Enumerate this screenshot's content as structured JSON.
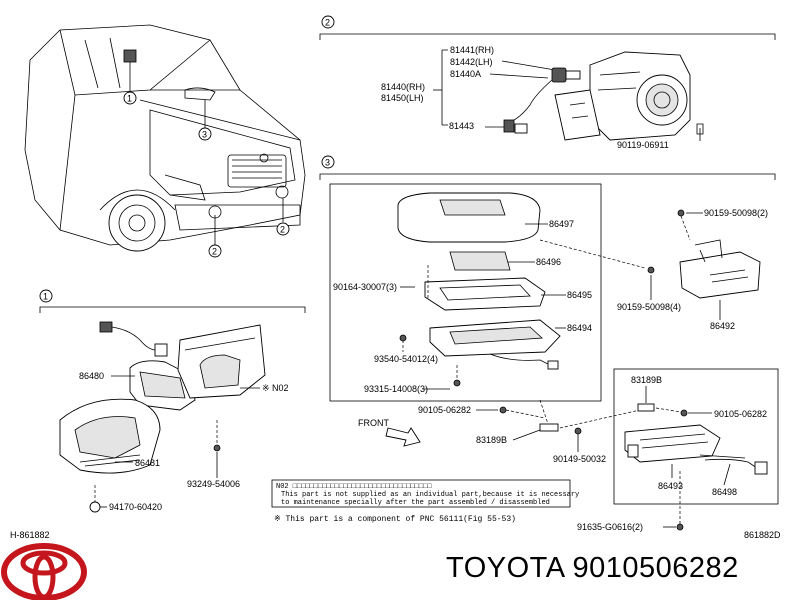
{
  "diagram": {
    "section_labels": [
      "①",
      "②",
      "③"
    ],
    "callouts": {
      "c1": "1",
      "c2": "2",
      "c3": "3"
    },
    "parts": {
      "p81441": "81441(RH)",
      "p81442": "81442(LH)",
      "p81440a": "81440A",
      "p81440": "81440(RH)",
      "p81450": "81450(LH)",
      "p81443": "81443",
      "p90119": "90119-06911",
      "p86497": "86497",
      "p86496": "86496",
      "p86495": "86495",
      "p86494": "86494",
      "p90164": "90164-30007(3)",
      "p93540": "93540-54012(4)",
      "p93315": "93315-14008(3)",
      "p90159a": "90159-50098(2)",
      "p90159b": "90159-50098(4)",
      "p86492": "86492",
      "p90105a": "90105-06282",
      "p83189b_left": "83189B",
      "p90149": "90149-50032",
      "p83189b_right": "83189B",
      "p90105b": "90105-06282",
      "p86493": "86493",
      "p86498": "86498",
      "p91635": "91635-G0616(2)",
      "p86480": "86480",
      "pN02": "※ N02",
      "p86481": "86481",
      "p93249": "93249-54006",
      "p94170": "94170-60420",
      "front": "FRONT"
    },
    "note": {
      "line1": "N02 □□□□□□□□□□□□□□□□□□□□□□□□□□□□□□□□□",
      "line2": "This part is not supplied as an individual part,because it is necessary",
      "line3": "to maintenance specially after the part assembled / disassembled",
      "pnc": "※ This part is a component of PNC 56111(Fig 55-53)"
    },
    "ref_left": "H-861882",
    "ref_right": "861882D"
  },
  "footer": {
    "brand_text": "TOYOTA 9010506282",
    "logo": "toyota-logo"
  }
}
